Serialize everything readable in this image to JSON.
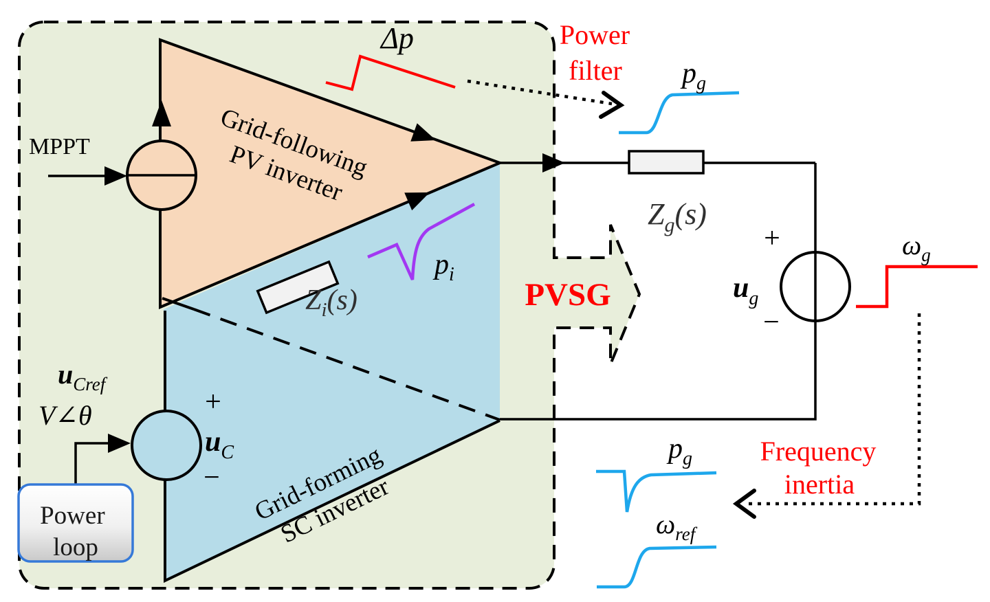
{
  "pv_branch": {
    "input_label": "MPPT",
    "shape_line1": "Grid-following",
    "shape_line2": "PV inverter",
    "impedance": {
      "sym": "Z",
      "sub": "i",
      "arg": "(s)"
    },
    "power_step_label": "Δp",
    "power_curve": {
      "sym": "p",
      "sub": "i"
    }
  },
  "sc_branch": {
    "ref_label": {
      "sym": "u",
      "sub": "Cref"
    },
    "polar_label": "V∠θ",
    "source": {
      "plus": "+",
      "sym": "u",
      "sub": "C",
      "minus": "−"
    },
    "shape_line1": "Grid-forming",
    "shape_line2": "SC inverter",
    "power_loop_line1": "Power",
    "power_loop_line2": "loop"
  },
  "pvsg": {
    "label": "PVSG"
  },
  "grid": {
    "impedance": {
      "sym": "Z",
      "sub": "g",
      "arg": "(s)"
    },
    "source": {
      "plus": "+",
      "sym": "u",
      "sub": "g",
      "minus": "−"
    },
    "freq_step": {
      "sym": "ω",
      "sub": "g"
    },
    "power_curve_top": {
      "sym": "p",
      "sub": "g"
    }
  },
  "annotations": {
    "power_filter_line1": "Power",
    "power_filter_line2": "filter",
    "freq_inertia_line1": "Frequency",
    "freq_inertia_line2": "inertia",
    "pg_response": {
      "sym": "p",
      "sub": "g"
    },
    "omega_ref": {
      "sym": "ω",
      "sub": "ref"
    }
  },
  "colors": {
    "region_fill": "#e8eedb",
    "pv_fill": "#f8d8bb",
    "sc_fill": "#b6dce9",
    "accent_red": "#ff0000",
    "curve_blue": "#1ea7ec",
    "curve_purple": "#a238f2",
    "box_border_blue": "#3579d8",
    "impedance_fill": "#f2f2f2"
  }
}
